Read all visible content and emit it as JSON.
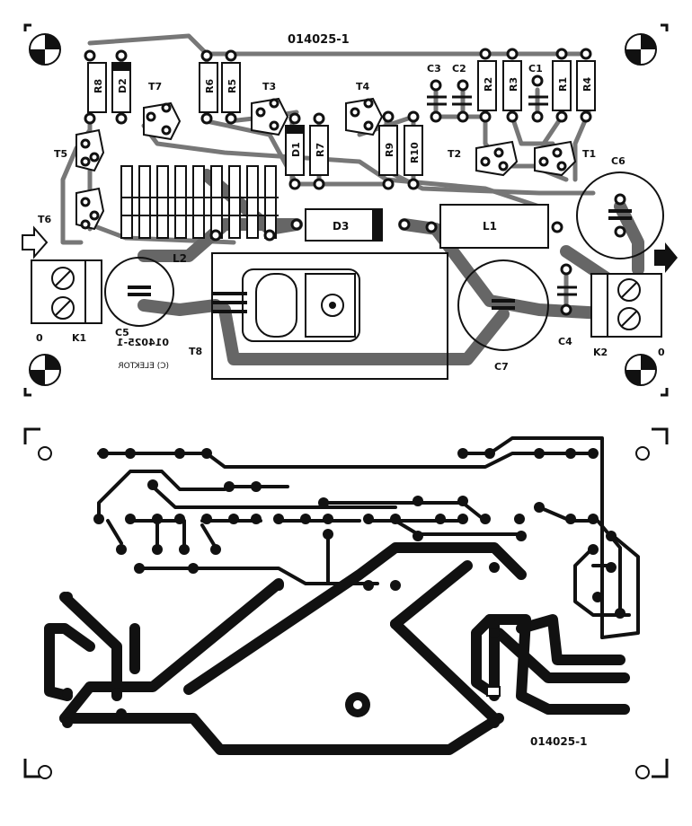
{
  "board_code": "014025-1",
  "board_code_mirror": "014025-1",
  "copyright": "(C) ELEKTOR",
  "components": {
    "resistors": [
      "R8",
      "R6",
      "R5",
      "R2",
      "R3",
      "R1",
      "R4",
      "R7",
      "R9",
      "R10"
    ],
    "capacitors": [
      "C3",
      "C2",
      "C1",
      "C4",
      "C5",
      "C6",
      "C7"
    ],
    "diodes": [
      "D2",
      "D1",
      "D3"
    ],
    "transistors": [
      "T7",
      "T3",
      "T4",
      "T5",
      "T6",
      "T2",
      "T1",
      "T8"
    ],
    "inductors": [
      "L1",
      "L2"
    ],
    "connectors": [
      "K1",
      "K2"
    ]
  },
  "terminal_labels": {
    "k1_ground": "0",
    "k2_ground": "0"
  }
}
